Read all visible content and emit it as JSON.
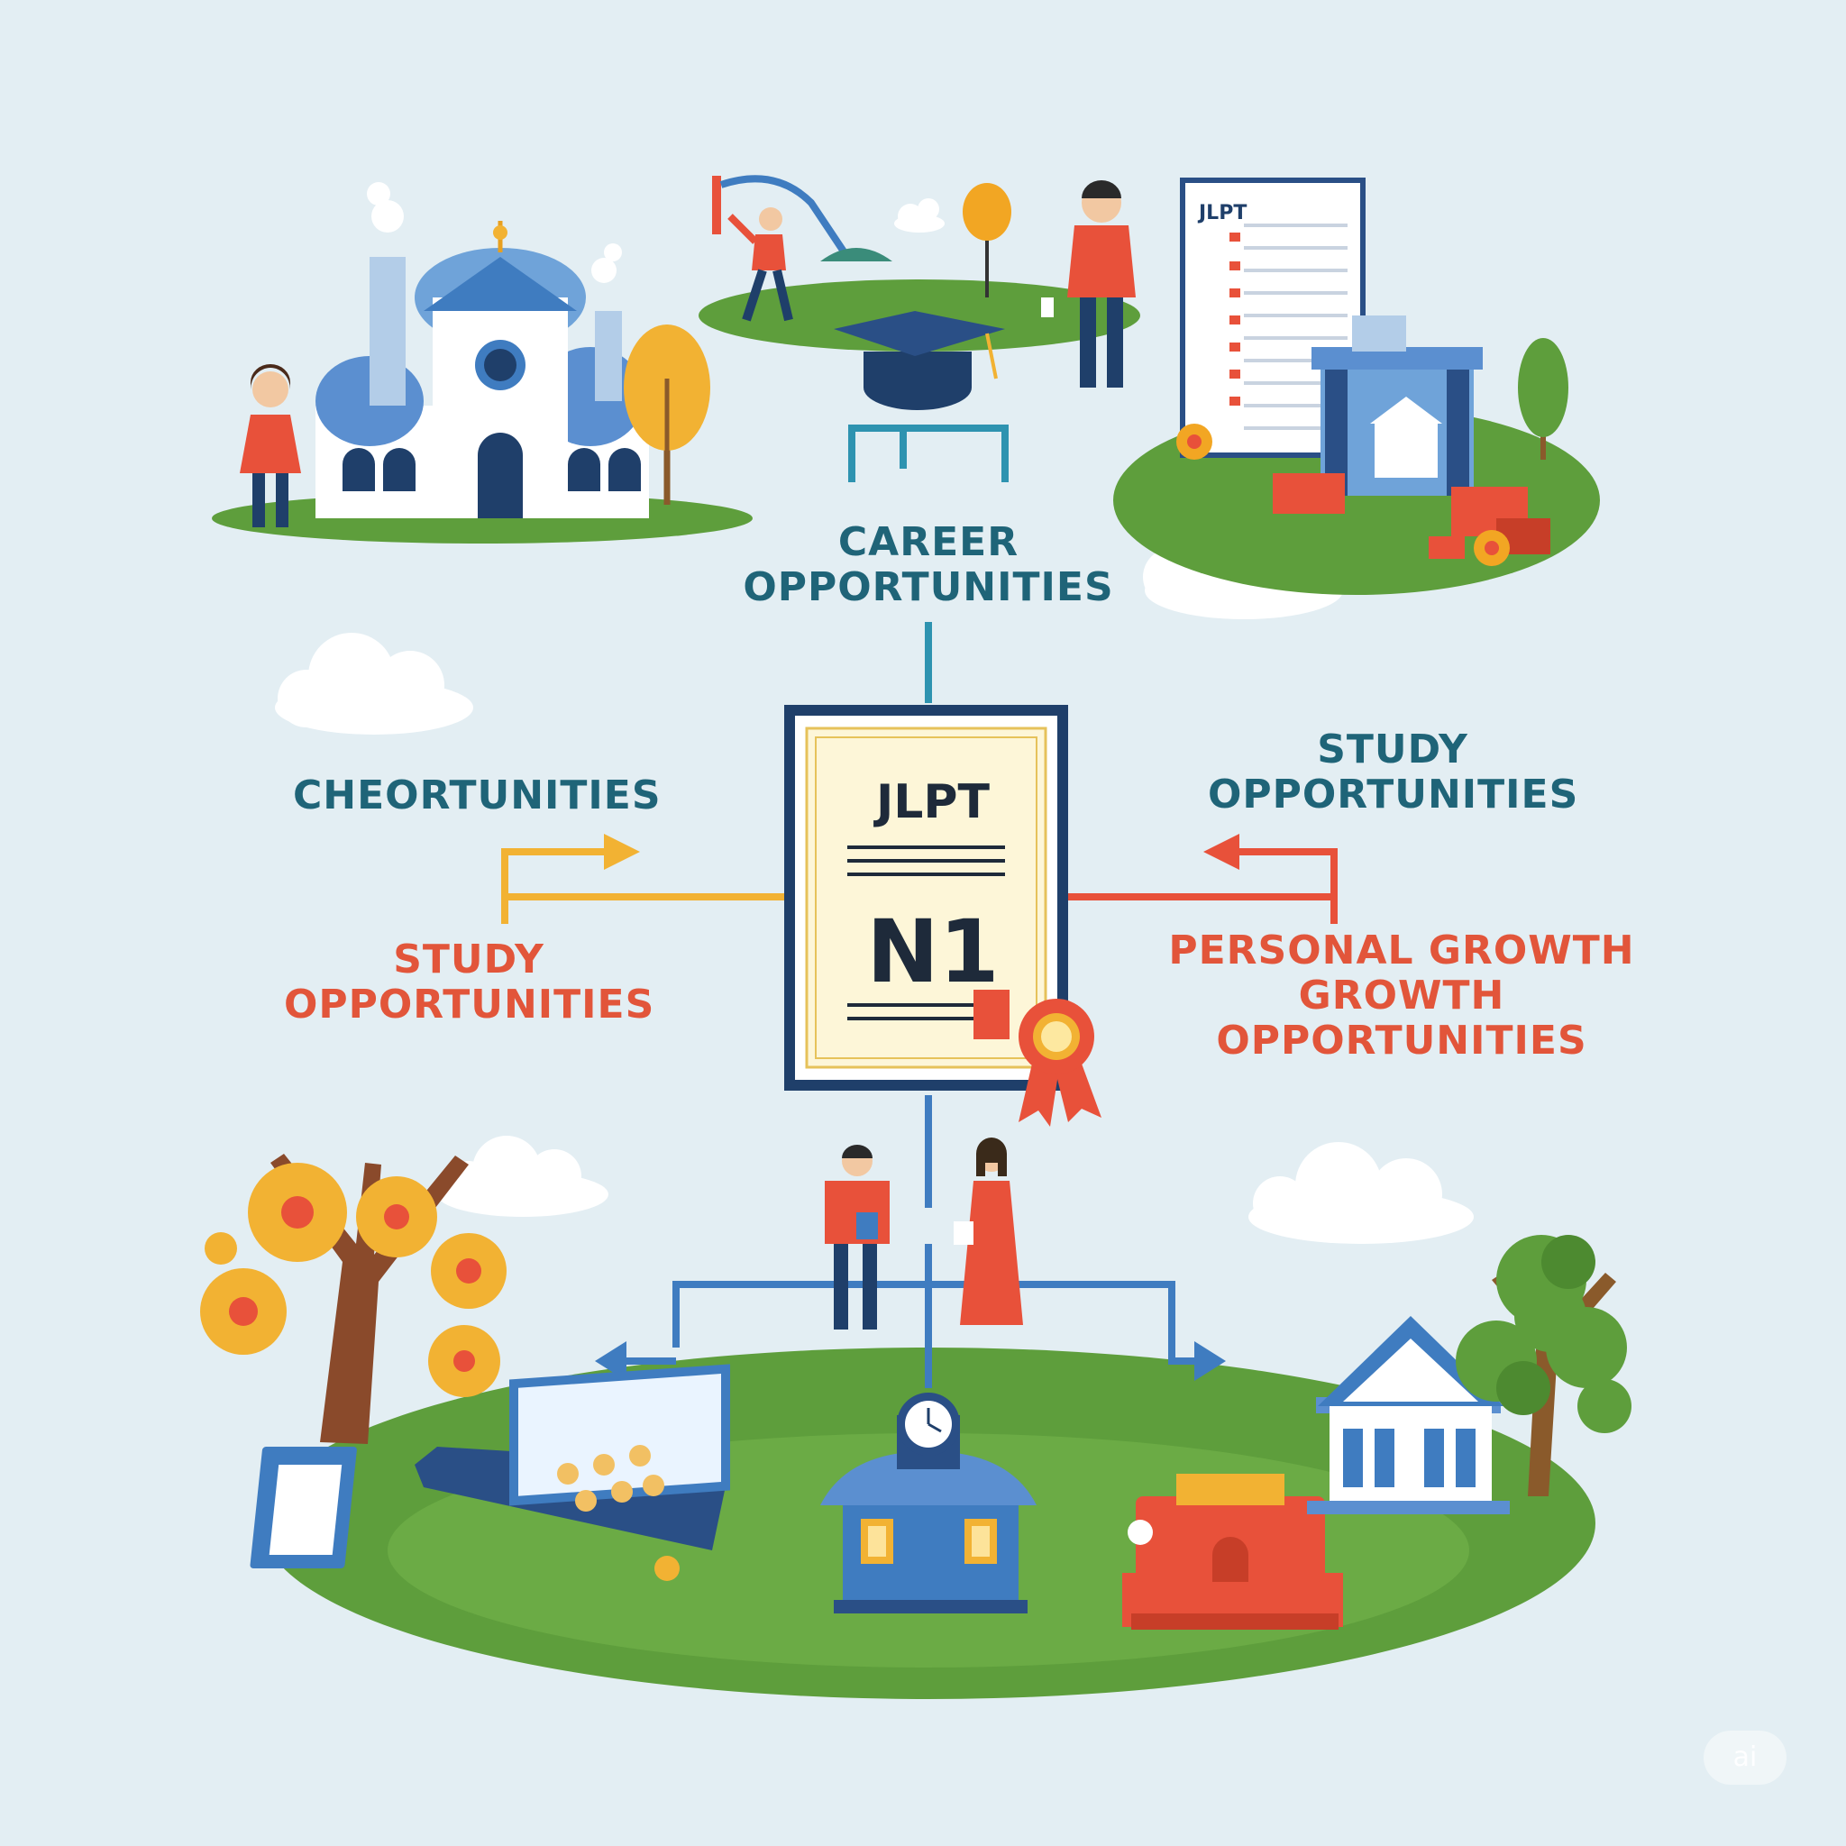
{
  "labels": {
    "top_label": "CAREER\nOPPORTUNITIES",
    "left_top_label": "CHEORTUNITIES",
    "left_bottom_label": "STUDY\nOPPORTUNITIES",
    "right_top_label": "STUDY\nOPPORTUNITIES",
    "right_bottom_label": "PERSONAL GROWTH\nGROWTH OPPORTUNITIES"
  },
  "certificate": {
    "title": "JLPT",
    "level": "N1"
  },
  "document_card": {
    "title": "JLPT"
  },
  "watermark": "ai",
  "colors": {
    "background": "#e3eef3",
    "teal_text": "#1f6478",
    "red_text": "#e2553a",
    "navy": "#1f3f6a",
    "blue": "#3f7cc0",
    "light_blue": "#6fa3d9",
    "orange": "#e8513a",
    "yellow": "#f2b233",
    "green": "#5e9e3c",
    "cert_paper": "#fdf6d8"
  }
}
